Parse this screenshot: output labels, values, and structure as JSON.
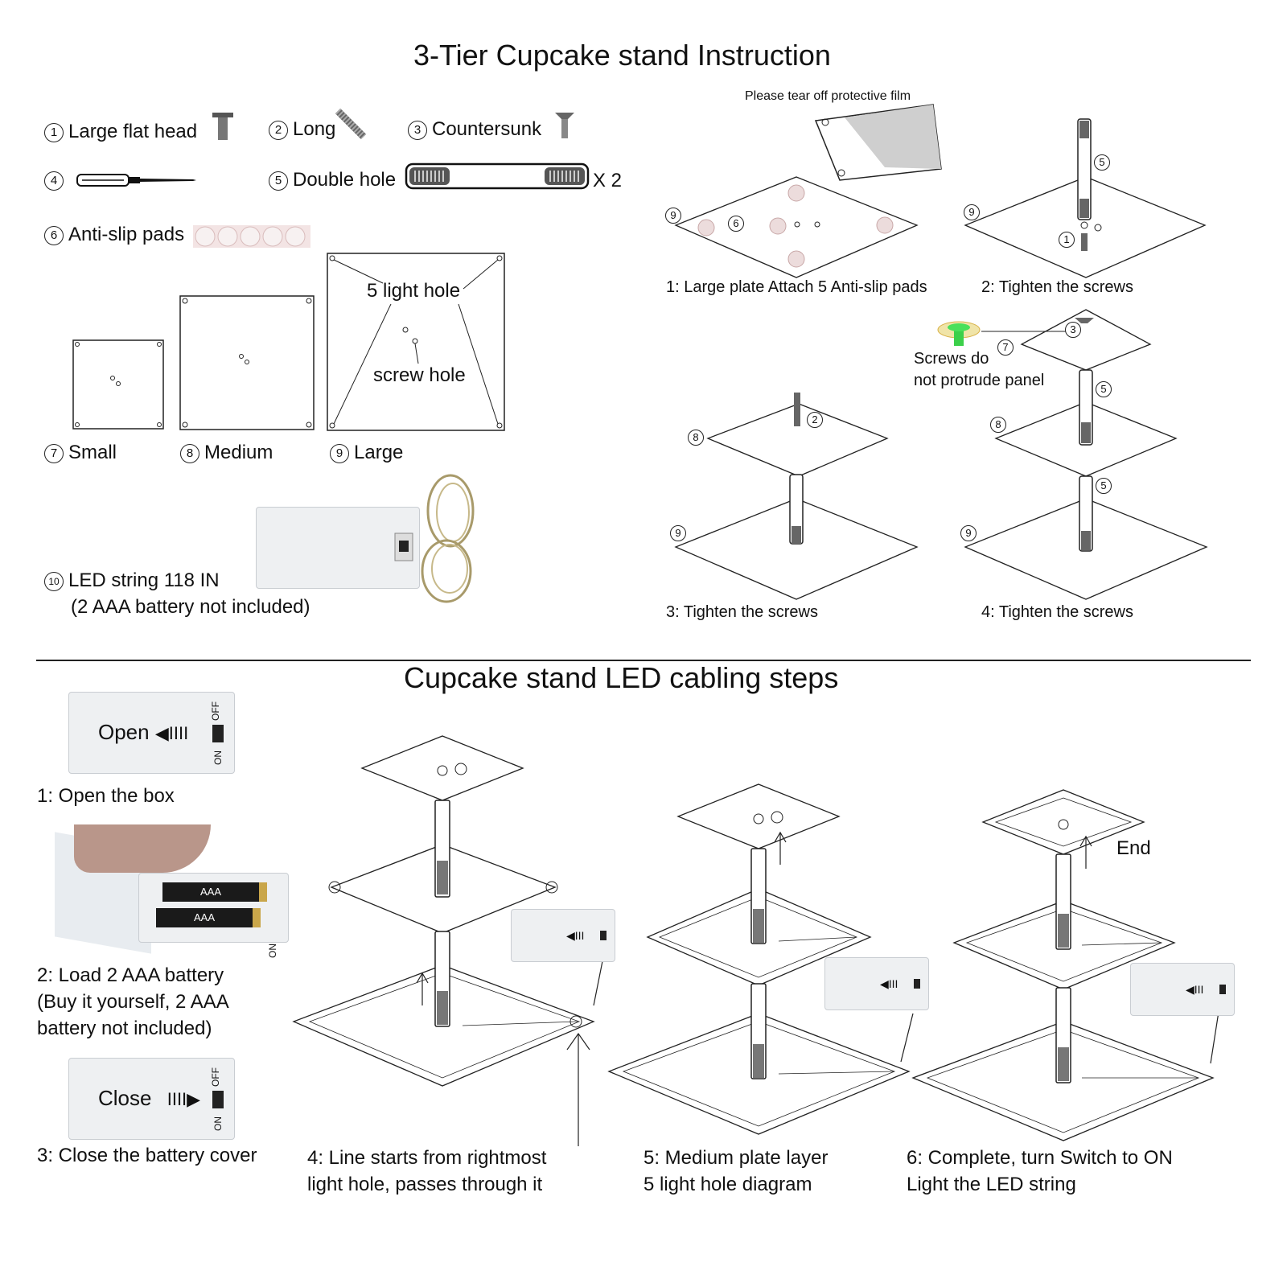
{
  "title": "3-Tier Cupcake stand Instruction",
  "section2_title": "Cupcake stand LED cabling steps",
  "parts": [
    {
      "num": "1",
      "label": "Large flat head"
    },
    {
      "num": "2",
      "label": "Long"
    },
    {
      "num": "3",
      "label": "Countersunk"
    },
    {
      "num": "4",
      "label": ""
    },
    {
      "num": "5",
      "label": "Double hole"
    },
    {
      "num": "6",
      "label": "Anti-slip pads"
    },
    {
      "num": "7",
      "label": "Small"
    },
    {
      "num": "8",
      "label": "Medium"
    },
    {
      "num": "9",
      "label": "Large"
    },
    {
      "num": "10",
      "label": "LED string 118 IN"
    }
  ],
  "double_hole_qty": "X 2",
  "led_note": "(2 AAA battery not included)",
  "large_plate_labels": {
    "light": "5 light hole",
    "screw": "screw hole"
  },
  "film_note": "Please tear off protective film",
  "assembly_steps": [
    "1: Large plate Attach 5 Anti-slip pads",
    "2: Tighten the screws",
    "3: Tighten the screws",
    "4: Tighten the screws"
  ],
  "screw_note": "Screws do\nnot protrude panel",
  "battery_box": {
    "open": "Open",
    "close": "Close",
    "off": "OFF",
    "on": "ON",
    "battery": "AAA"
  },
  "cabling_steps": [
    "1: Open the box",
    "2: Load 2 AAA battery\n   (Buy it yourself, 2 AAA\n     battery not included)",
    "3: Close the battery cover",
    "4: Line starts from rightmost\n    light hole, passes through it",
    "5: Medium plate layer\n    5 light hole diagram",
    "6: Complete, turn Switch to ON\n    Light the LED string"
  ],
  "end_label": "End"
}
